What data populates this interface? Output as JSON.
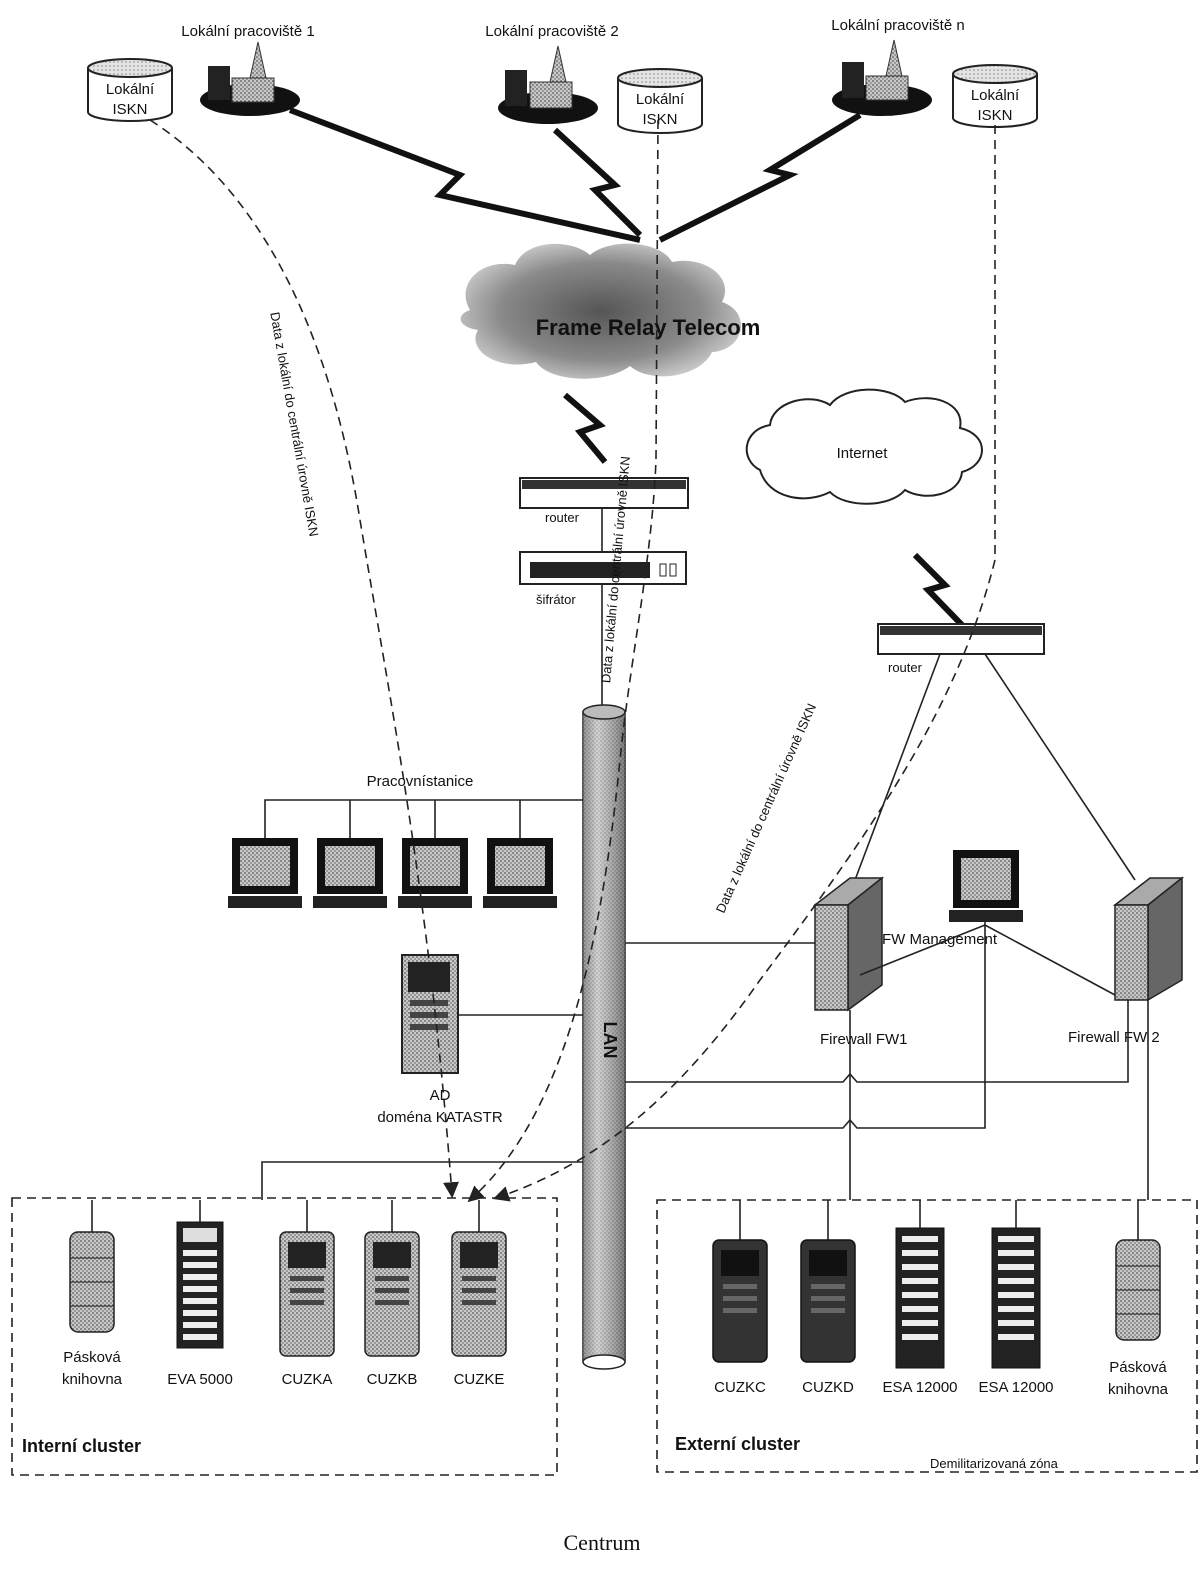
{
  "sites": {
    "site1": {
      "title": "Lokální pracoviště 1",
      "db_line1": "Lokální",
      "db_line2": "ISKN"
    },
    "site2": {
      "title": "Lokální pracoviště 2",
      "db_line1": "Lokální",
      "db_line2": "ISKN"
    },
    "siten": {
      "title": "Lokální pracoviště n",
      "db_line1": "Lokální",
      "db_line2": "ISKN"
    }
  },
  "wan": {
    "cloud_label": "Frame Relay Telecom",
    "router_label": "router",
    "encryptor_label": "šifrátor"
  },
  "internet": {
    "cloud_label": "Internet",
    "router_label": "router"
  },
  "lan": {
    "label": "LAN"
  },
  "flows": {
    "flow_left": "Data z lokální do centrální úrovně ISKN",
    "flow_mid": "Data z lokální do centrální úrovně ISKN",
    "flow_right": "Data z lokální do centrální úrovně ISKN"
  },
  "workstations": {
    "label": "Pracovnístanice"
  },
  "ad": {
    "line1": "AD",
    "line2": "doména KATASTR"
  },
  "firewalls": {
    "fw1": "Firewall FW1",
    "fw2": "Firewall FW 2",
    "mgmt": "FW Management"
  },
  "internal_cluster": {
    "title": "Interní cluster",
    "nodes": [
      {
        "line1": "Pásková",
        "line2": "knihovna"
      },
      {
        "line1": "EVA 5000",
        "line2": ""
      },
      {
        "line1": "CUZKA",
        "line2": ""
      },
      {
        "line1": "CUZKB",
        "line2": ""
      },
      {
        "line1": "CUZKE",
        "line2": ""
      }
    ]
  },
  "external_cluster": {
    "title": "Externí cluster",
    "zone": "Demilitarizovaná zóna",
    "nodes": [
      {
        "line1": "CUZKC",
        "line2": ""
      },
      {
        "line1": "CUZKD",
        "line2": ""
      },
      {
        "line1": "ESA 12000",
        "line2": ""
      },
      {
        "line1": "ESA 12000",
        "line2": ""
      },
      {
        "line1": "Pásková",
        "line2": "knihovna"
      }
    ]
  },
  "caption": "Centrum"
}
